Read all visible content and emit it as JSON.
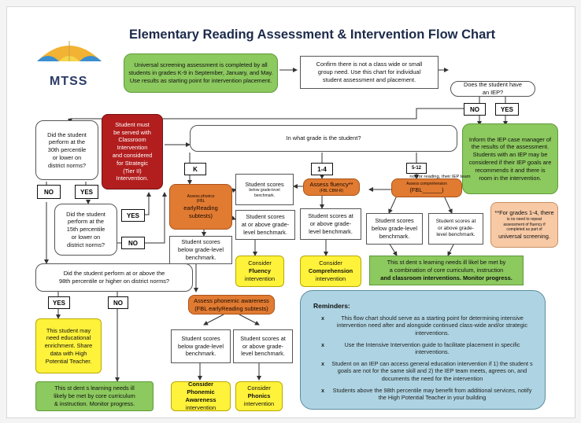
{
  "title": "Elementary Reading Assessment & Intervention Flow Chart",
  "logo_text": "MTSS",
  "nodes": {
    "universal": [
      "Universal screening assessment is completed by all",
      "students in grades K-9 in September, January, and May.",
      "Use results as starting point for intervention placement."
    ],
    "confirm": [
      "Confirm there is not a class wide or small",
      "group need. Use this chart for individual",
      "student assessment and placement."
    ],
    "iep_q": [
      "Does the student have",
      "an IEP?"
    ],
    "no": "NO",
    "yes": "YES",
    "iep_yes": [
      "Inform the IEP case manager of",
      "the results of the assessment.",
      "Students with an IEP may be",
      "considered if their IEP goals are",
      "recommends it and there is",
      "room in the intervention."
    ],
    "p30_q": [
      "Did the student",
      "perform at the",
      "30th percentile",
      "or lower on",
      "district norms?"
    ],
    "red_box": [
      "Student must",
      "be served with",
      "Classroom",
      "Intervention",
      "and considered",
      "for Strategic",
      "(Tier II)",
      "Intervention."
    ],
    "grade_q": "In what grade is the student?",
    "k": "K",
    "g14": "1-4",
    "g512": "5-12",
    "g512_note": "not for reading, their IEP team",
    "p15_q": [
      "Did the student",
      "perform at the",
      "15th percentile",
      "or lower on",
      "district norms?"
    ],
    "p98_q": [
      "Did the student perform at or above the",
      "98th percentile or higher on district norms?"
    ],
    "k_assess": [
      "Assess phonics",
      "(FBL",
      "earlyReading",
      "subtests)"
    ],
    "k_below_top": [
      "Student scores",
      "below grade-level",
      "benchmark."
    ],
    "k_at": [
      "Student scores",
      "at or above grade-",
      "level benchmark."
    ],
    "k_below": [
      "Student scores",
      "below grade-level",
      "benchmark."
    ],
    "g14_assess": [
      "Assess fluency**",
      "(FBL CBM-R)"
    ],
    "g14_at": [
      "Student scores at",
      "or above grade-",
      "level benchmark."
    ],
    "g512_assess": [
      "Assess comprehension",
      "(FBL______)"
    ],
    "g512_below": [
      "Student scores",
      "below grade-level",
      "benchmark."
    ],
    "g512_at": [
      "Student scores at",
      "or above grade-",
      "level benchmark."
    ],
    "fluency_int": [
      "Consider",
      "Fluency",
      "intervention"
    ],
    "comp_int": [
      "Consider",
      "Comprehension",
      "intervention"
    ],
    "fbl_note": [
      "**For grades 1-4, there",
      "is no need to repeat",
      "assessment of fluency if",
      "completed as part of",
      "universal screening."
    ],
    "green_mid": [
      "This st dent s learning needs ill likel be met by",
      "a combination of core curriculum, instruction",
      "and classroom interventions. Monitor progress."
    ],
    "yes98": "YES",
    "no98": "NO",
    "enrich": [
      "This student may",
      "need educational",
      "enrichment. Share",
      "data with High",
      "Potential Teacher."
    ],
    "green_bottom": [
      "This st dent s learning needs ill",
      "likely be met by core curriculum",
      "& instruction. Monitor progress."
    ],
    "phon_assess": [
      "Assess phonemic awareness",
      "(FBL earlyReading subtests)"
    ],
    "phon_below": [
      "Student scores",
      "below grade-level",
      "benchmark."
    ],
    "phon_at": [
      "Student scores at",
      "or above grade-",
      "level benchmark."
    ],
    "phon_int": [
      "Consider Phonemic",
      "Awareness",
      "intervention"
    ],
    "phonics_int": [
      "Consider",
      "Phonics",
      "intervention"
    ]
  },
  "reminders": {
    "title": "Reminders:",
    "bullet": "x",
    "items": [
      "This flow chart should serve as a starting point for determining intensive intervention need after and alongside continued class-wide and/or strategic interventions.",
      "Use the Intensive Intervention guide to facilitate placement in specific interventions.",
      "Student on an IEP can access general education intervention if 1) the student s goals are not for the same skill and 2) the IEP team meets, agrees on, and documents the need for the intervention",
      "Students above the 98th percentile may benefit from additional services, notify the High Potential Teacher in your building"
    ]
  },
  "colors": {
    "green": "#8cc95e",
    "orange": "#e17b32",
    "yellow": "#fff23a",
    "red": "#b21e1e",
    "peach": "#f7c9a5",
    "blue": "#aed4e3",
    "title": "#1c2a4a"
  },
  "icons": [
    "umbrella-icon"
  ]
}
